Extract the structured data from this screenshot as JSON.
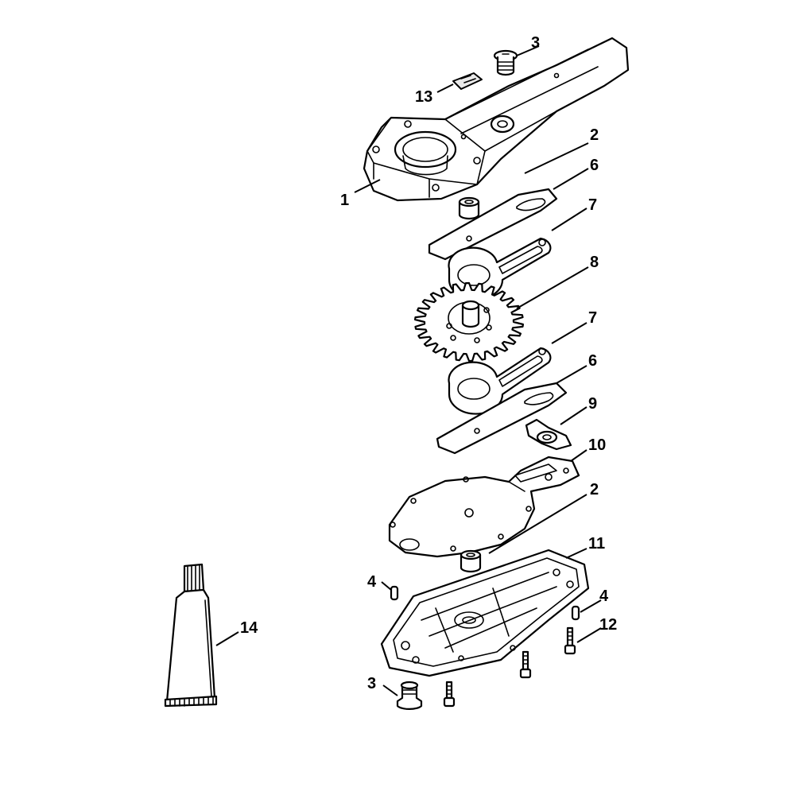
{
  "callouts": [
    {
      "id": "c1",
      "label": "1"
    },
    {
      "id": "c2a",
      "label": "2"
    },
    {
      "id": "c2b",
      "label": "2"
    },
    {
      "id": "c3a",
      "label": "3"
    },
    {
      "id": "c3b",
      "label": "3"
    },
    {
      "id": "c4a",
      "label": "4"
    },
    {
      "id": "c4b",
      "label": "4"
    },
    {
      "id": "c6a",
      "label": "6"
    },
    {
      "id": "c6b",
      "label": "6"
    },
    {
      "id": "c7a",
      "label": "7"
    },
    {
      "id": "c7b",
      "label": "7"
    },
    {
      "id": "c8",
      "label": "8"
    },
    {
      "id": "c9",
      "label": "9"
    },
    {
      "id": "c10",
      "label": "10"
    },
    {
      "id": "c11",
      "label": "11"
    },
    {
      "id": "c12",
      "label": "12"
    },
    {
      "id": "c13",
      "label": "13"
    },
    {
      "id": "c14",
      "label": "14"
    }
  ],
  "colors": {
    "line": "#000000",
    "fill": "#ffffff",
    "shade": "#e9e9e9"
  }
}
